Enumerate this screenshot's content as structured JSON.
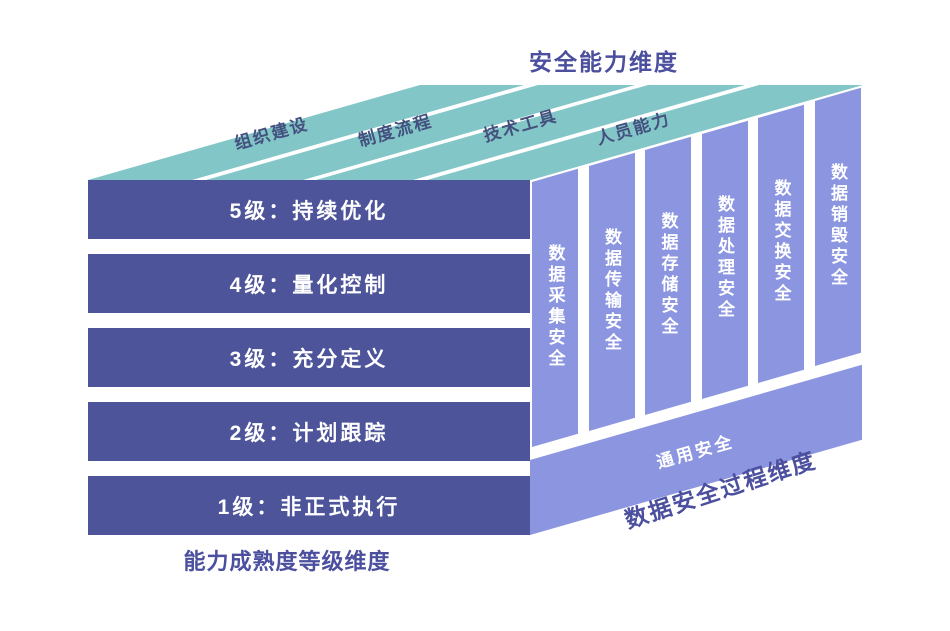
{
  "diagram": {
    "name": "DSMM cube diagram",
    "titles": {
      "capability_dimension": "安全能力维度",
      "maturity_dimension": "能力成熟度等级维度",
      "process_dimension": "数据安全过程维度"
    },
    "capability_items": [
      "组织建设",
      "制度流程",
      "技术工具",
      "人员能力"
    ],
    "maturity_levels": [
      "5级：持续优化",
      "4级：量化控制",
      "3级：充分定义",
      "2级：计划跟踪",
      "1级：非正式执行"
    ],
    "process_items": [
      "数据采集安全",
      "数据传输安全",
      "数据存储安全",
      "数据处理安全",
      "数据交换安全",
      "数据销毁安全"
    ],
    "general_security": "通用安全",
    "colors": {
      "teal_stripe": "#82c6c8",
      "navy_bar": "#4d5499",
      "purple_bar": "#8b95e0",
      "title_text": "#4b4f9e",
      "stripe_text": "#44507e",
      "bar_text": "#ffffff",
      "background": "#ffffff"
    }
  }
}
